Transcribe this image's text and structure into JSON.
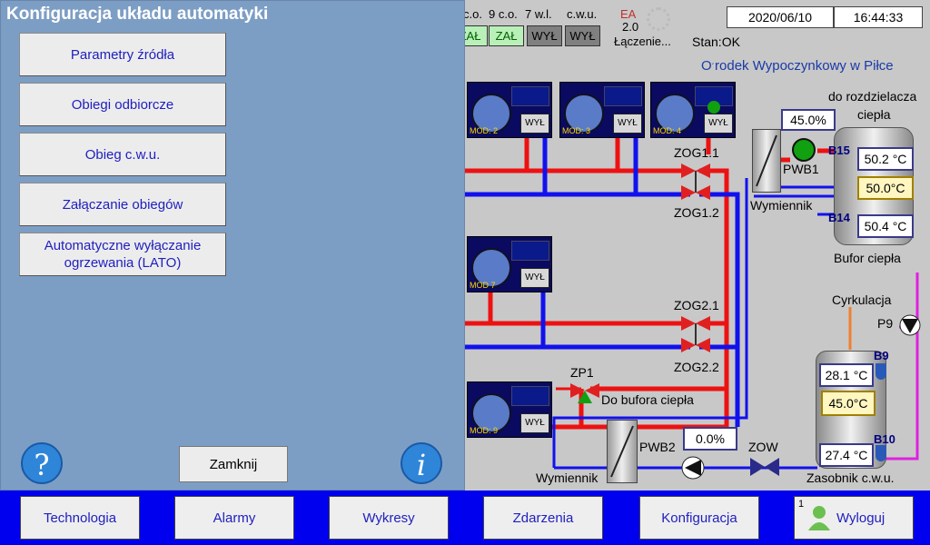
{
  "status": {
    "col_labels": [
      "c.o.",
      "9 c.o.",
      "7 w.l.",
      "c.w.u."
    ],
    "buttons": [
      "ZAŁ",
      "ZAŁ",
      "WYŁ",
      "WYŁ"
    ],
    "ea_label": "EA",
    "ea_version": "2.0",
    "connecting": "Łączenie...",
    "stan": "Stan:OK",
    "date": "2020/06/10",
    "time": "16:44:33"
  },
  "scheme": {
    "facility": "Ośrodek Wypoczynkowy w Piłce",
    "facility_first": "O",
    "facility_rest": "rodek Wypoczynkowy w Piłce",
    "modules": [
      "MOD: 2",
      "MOD: 3",
      "MOD: 4",
      "MOD 7",
      "MOD: 9"
    ],
    "module_state": "WYŁ",
    "zog11": "ZOG1.1",
    "zog12": "ZOG1.2",
    "zog21": "ZOG2.1",
    "zog22": "ZOG2.2",
    "zp1": "ZP1",
    "do_bufora": "Do bufora ciepła",
    "wymiennik1": "Wymiennik",
    "wymiennik2": "Wymiennik",
    "pwb1": "PWB1",
    "pwb2": "PWB2",
    "zow": "ZOW",
    "pwb1_value": "45.0%",
    "pwb2_value": "0.0%",
    "do_rozdzielacza": "do rozdzielacza",
    "ciepla": "ciepła",
    "b15": "B15",
    "b14": "B14",
    "b9": "B9",
    "b10": "B10",
    "b15_temp": "50.2 °C",
    "setpoint_buf": "50.0°C",
    "b14_temp": "50.4 °C",
    "bufor": "Bufor ciepła",
    "cyrkulacja": "Cyrkulacja",
    "p9": "P9",
    "b9_temp": "28.1 °C",
    "setpoint_cwu": "45.0°C",
    "b10_temp": "27.4 °C",
    "zasobnik": "Zasobnik c.w.u."
  },
  "dialog": {
    "title": "Konfiguracja układu automatyki",
    "items": [
      "Parametry źródła",
      "Obiegi odbiorcze",
      "Obieg c.w.u.",
      "Załączanie obiegów",
      "Automatyczne wyłączanie ogrzewania (LATO)"
    ],
    "help_icon": "?",
    "info_icon": "i",
    "close": "Zamknij"
  },
  "nav": {
    "items": [
      "Technologia",
      "Alarmy",
      "Wykresy",
      "Zdarzenia",
      "Konfiguracja"
    ],
    "user_level": "1",
    "logout": "Wyloguj"
  },
  "colors": {
    "hot_pipe": "#ee1111",
    "cold_pipe": "#1111ee",
    "dialog_bg": "#7d9ec4",
    "nav_bar": "#0000ee"
  }
}
